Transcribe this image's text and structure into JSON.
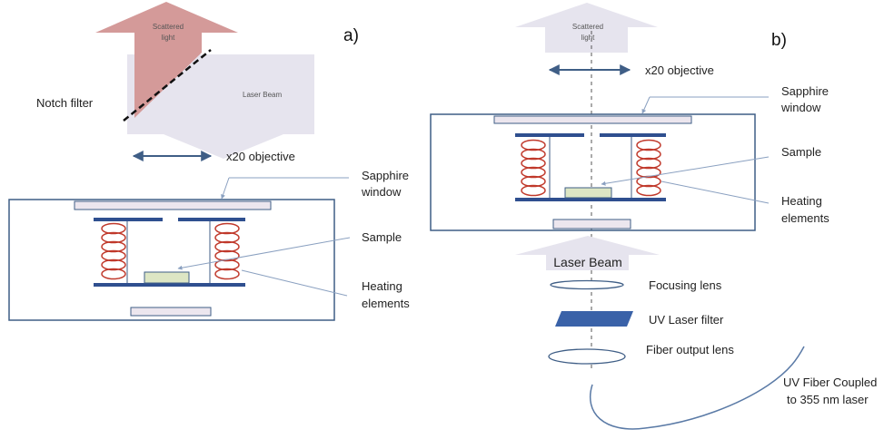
{
  "colors": {
    "outline": "#3f5e86",
    "plate": "#2f4f8f",
    "window_fill": "#ece6ee",
    "sample_fill": "#dde6c4",
    "coil": "#c0392b",
    "scattered_fill": "#d49a99",
    "beam_fill": "#e6e4ee",
    "fiber": "#5a7aa6",
    "callout": "#8aa0c0"
  },
  "panel_a": {
    "tag": "a)",
    "scattered": {
      "line1": "Scattered",
      "line2": "light"
    },
    "laser_beam": "Laser Beam",
    "notch_filter": "Notch filter",
    "objective": "x20 objective",
    "window": {
      "line1": "Sapphire",
      "line2": "window"
    },
    "sample": "Sample",
    "heating": {
      "line1": "Heating",
      "line2": "elements"
    }
  },
  "panel_b": {
    "tag": "b)",
    "scattered": {
      "line1": "Scattered",
      "line2": "light"
    },
    "objective": "x20 objective",
    "window": {
      "line1": "Sapphire",
      "line2": "window"
    },
    "sample": "Sample",
    "heating": {
      "line1": "Heating",
      "line2": "elements"
    },
    "laser_beam": "Laser Beam",
    "focusing_lens": "Focusing lens",
    "uv_filter": "UV Laser filter",
    "fiber_lens": "Fiber output lens",
    "fiber": {
      "line1": "UV Fiber Coupled",
      "line2": "to 355 nm laser"
    }
  }
}
